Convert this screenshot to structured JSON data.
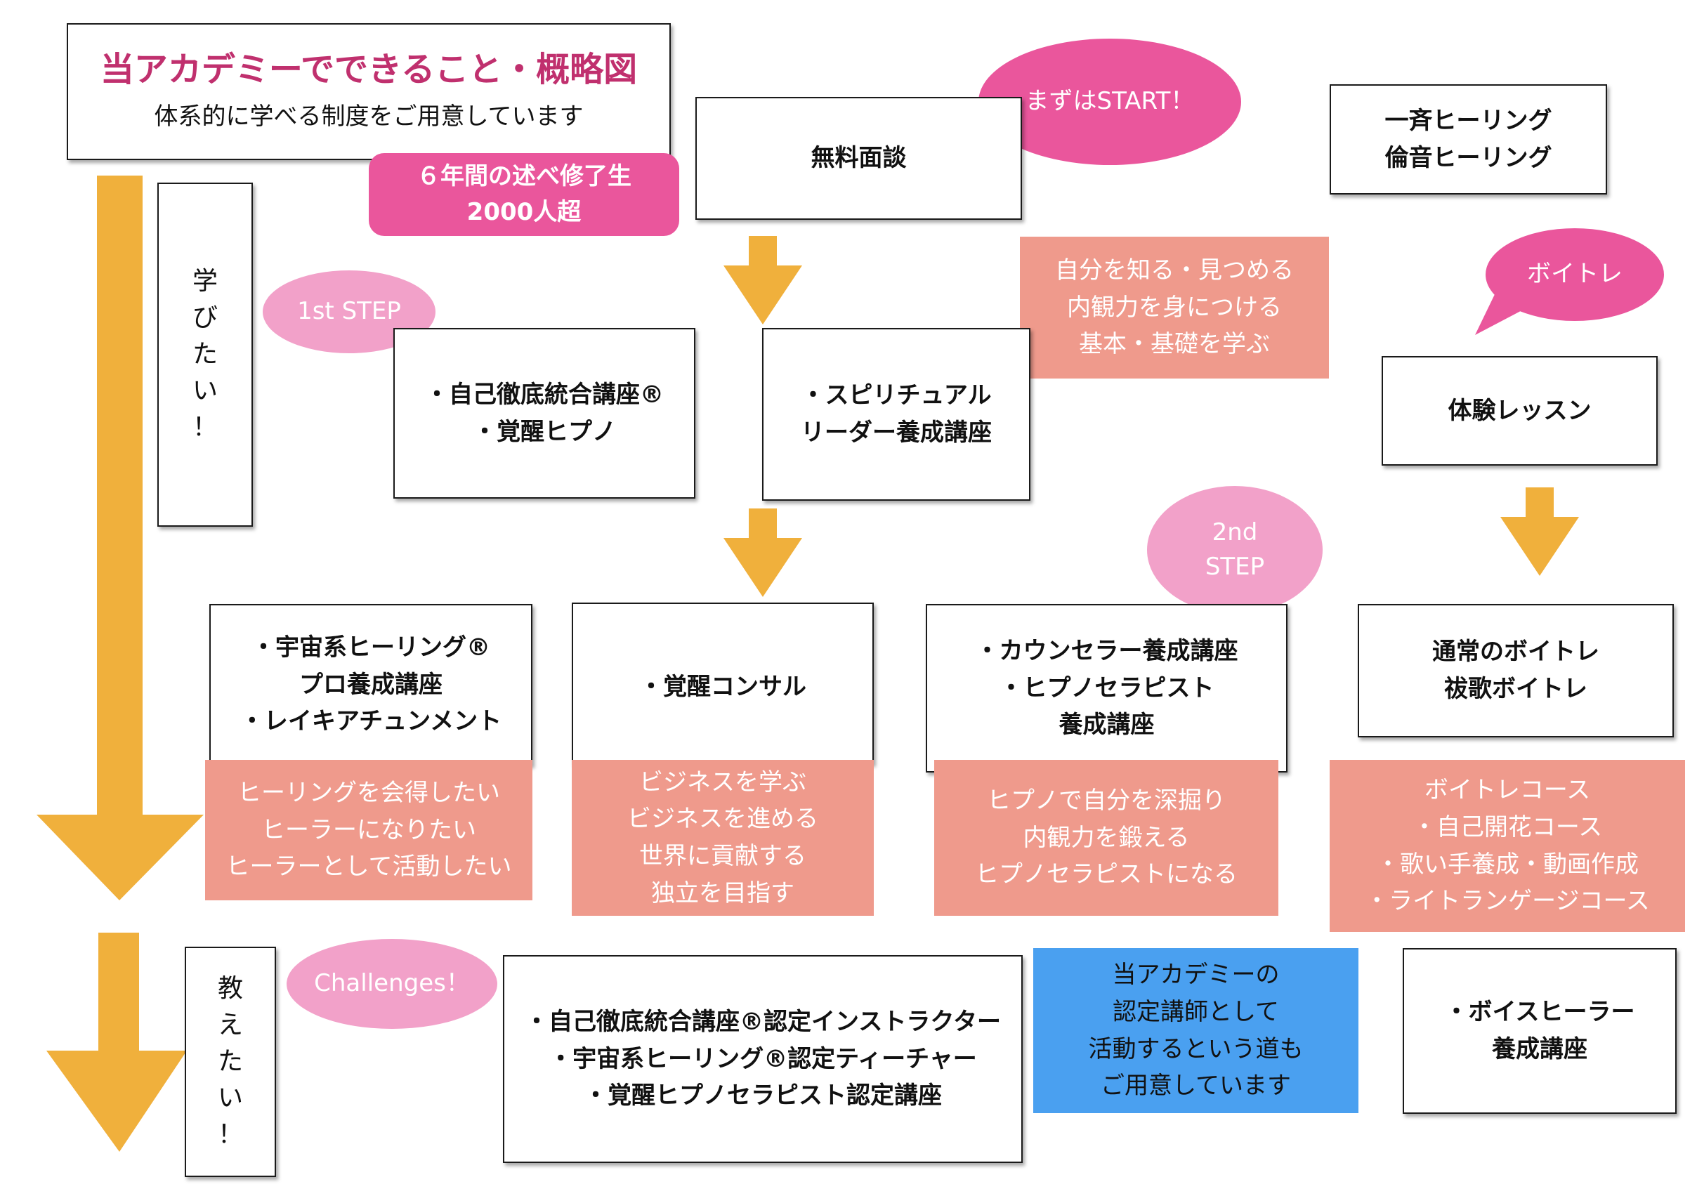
{
  "title": "当アカデミーでできること・概略図",
  "subtitle": "体系的に学べる制度をご用意しています",
  "graduates_badge": "６年間の述べ修了生\n2000人超",
  "vertical_learn": [
    "学",
    "び",
    "た",
    "い",
    "！"
  ],
  "vertical_teach": [
    "教",
    "え",
    "た",
    "い",
    "！"
  ],
  "bubbles": {
    "start": "まずはSTART！",
    "first_step": "1st STEP",
    "voitore": "ボイトレ",
    "second_step": "2nd\nSTEP",
    "challenges": "Challenges！"
  },
  "boxes": {
    "free_consultation": "無料面談",
    "healing": "一斉ヒーリング\n倫音ヒーリング",
    "self_integration": "・自己徹底統合講座®\n・覚醒ヒプノ",
    "spiritual_leader": "・スピリチュアル\nリーダー養成講座",
    "trial_lesson": "体験レッスン",
    "cosmic_healing": "・宇宙系ヒーリング®\nプロ養成講座\n・レイキアチュンメント",
    "awakening_consult": "・覚醒コンサル",
    "counselor": "・カウンセラー養成講座\n・ヒプノセラピスト\n養成講座",
    "regular_voitore": "通常のボイトレ\n祓歌ボイトレ",
    "instructors": "・自己徹底統合講座®認定インストラクター\n・宇宙系ヒーリング®認定ティーチャー\n・覚醒ヒプノセラピスト認定講座",
    "voice_healer": "・ボイスヒーラー\n養成講座"
  },
  "notes": {
    "know_self": "自分を知る・見つめる\n内観力を身につける\n基本・基礎を学ぶ",
    "healer": "ヒーリングを会得したい\nヒーラーになりたい\nヒーラーとして活動したい",
    "business": "ビジネスを学ぶ\nビジネスを進める\n世界に貢献する\n独立を目指す",
    "hypno": "ヒプノで自分を深掘り\n内観力を鍛える\nヒプノセラピストになる",
    "voitore_course": "ボイトレコース\n・自己開花コース\n・歌い手養成・動画作成\n・ライトランゲージコース",
    "lecturer": "当アカデミーの\n認定講師として\n活動するという道も\nご用意しています"
  },
  "colors": {
    "arrow": "#f0b03c",
    "salmon": "#ef9a8c",
    "pink_light": "#f2a1c9",
    "pink_dark": "#ea569c",
    "blue": "#4aa0f0",
    "title": "#c0306e"
  }
}
